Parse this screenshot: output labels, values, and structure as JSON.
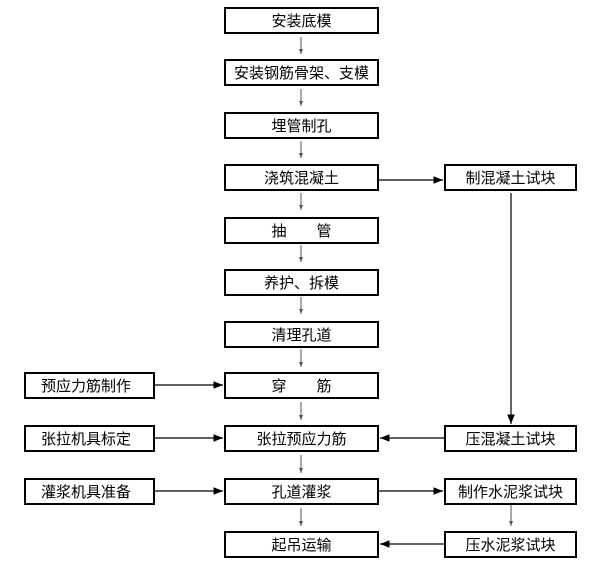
{
  "main_steps": [
    "安装底模",
    "安装钢筋骨架、支模",
    "埋管制孔",
    "浇筑混凝土",
    "抽　　管",
    "养护、拆模",
    "清理孔道",
    "穿　　筋",
    "张拉预应力筋",
    "孔道灌浆",
    "起吊运输"
  ],
  "left_steps": [
    "预应力筋制作",
    "张拉机具标定",
    "灌浆机具准备"
  ],
  "right_steps": [
    "制混凝土试块",
    "压混凝土试块",
    "制作水泥浆试块",
    "压水泥浆试块"
  ],
  "colors": {
    "line": "#000000",
    "small_arrow": "#555555"
  }
}
